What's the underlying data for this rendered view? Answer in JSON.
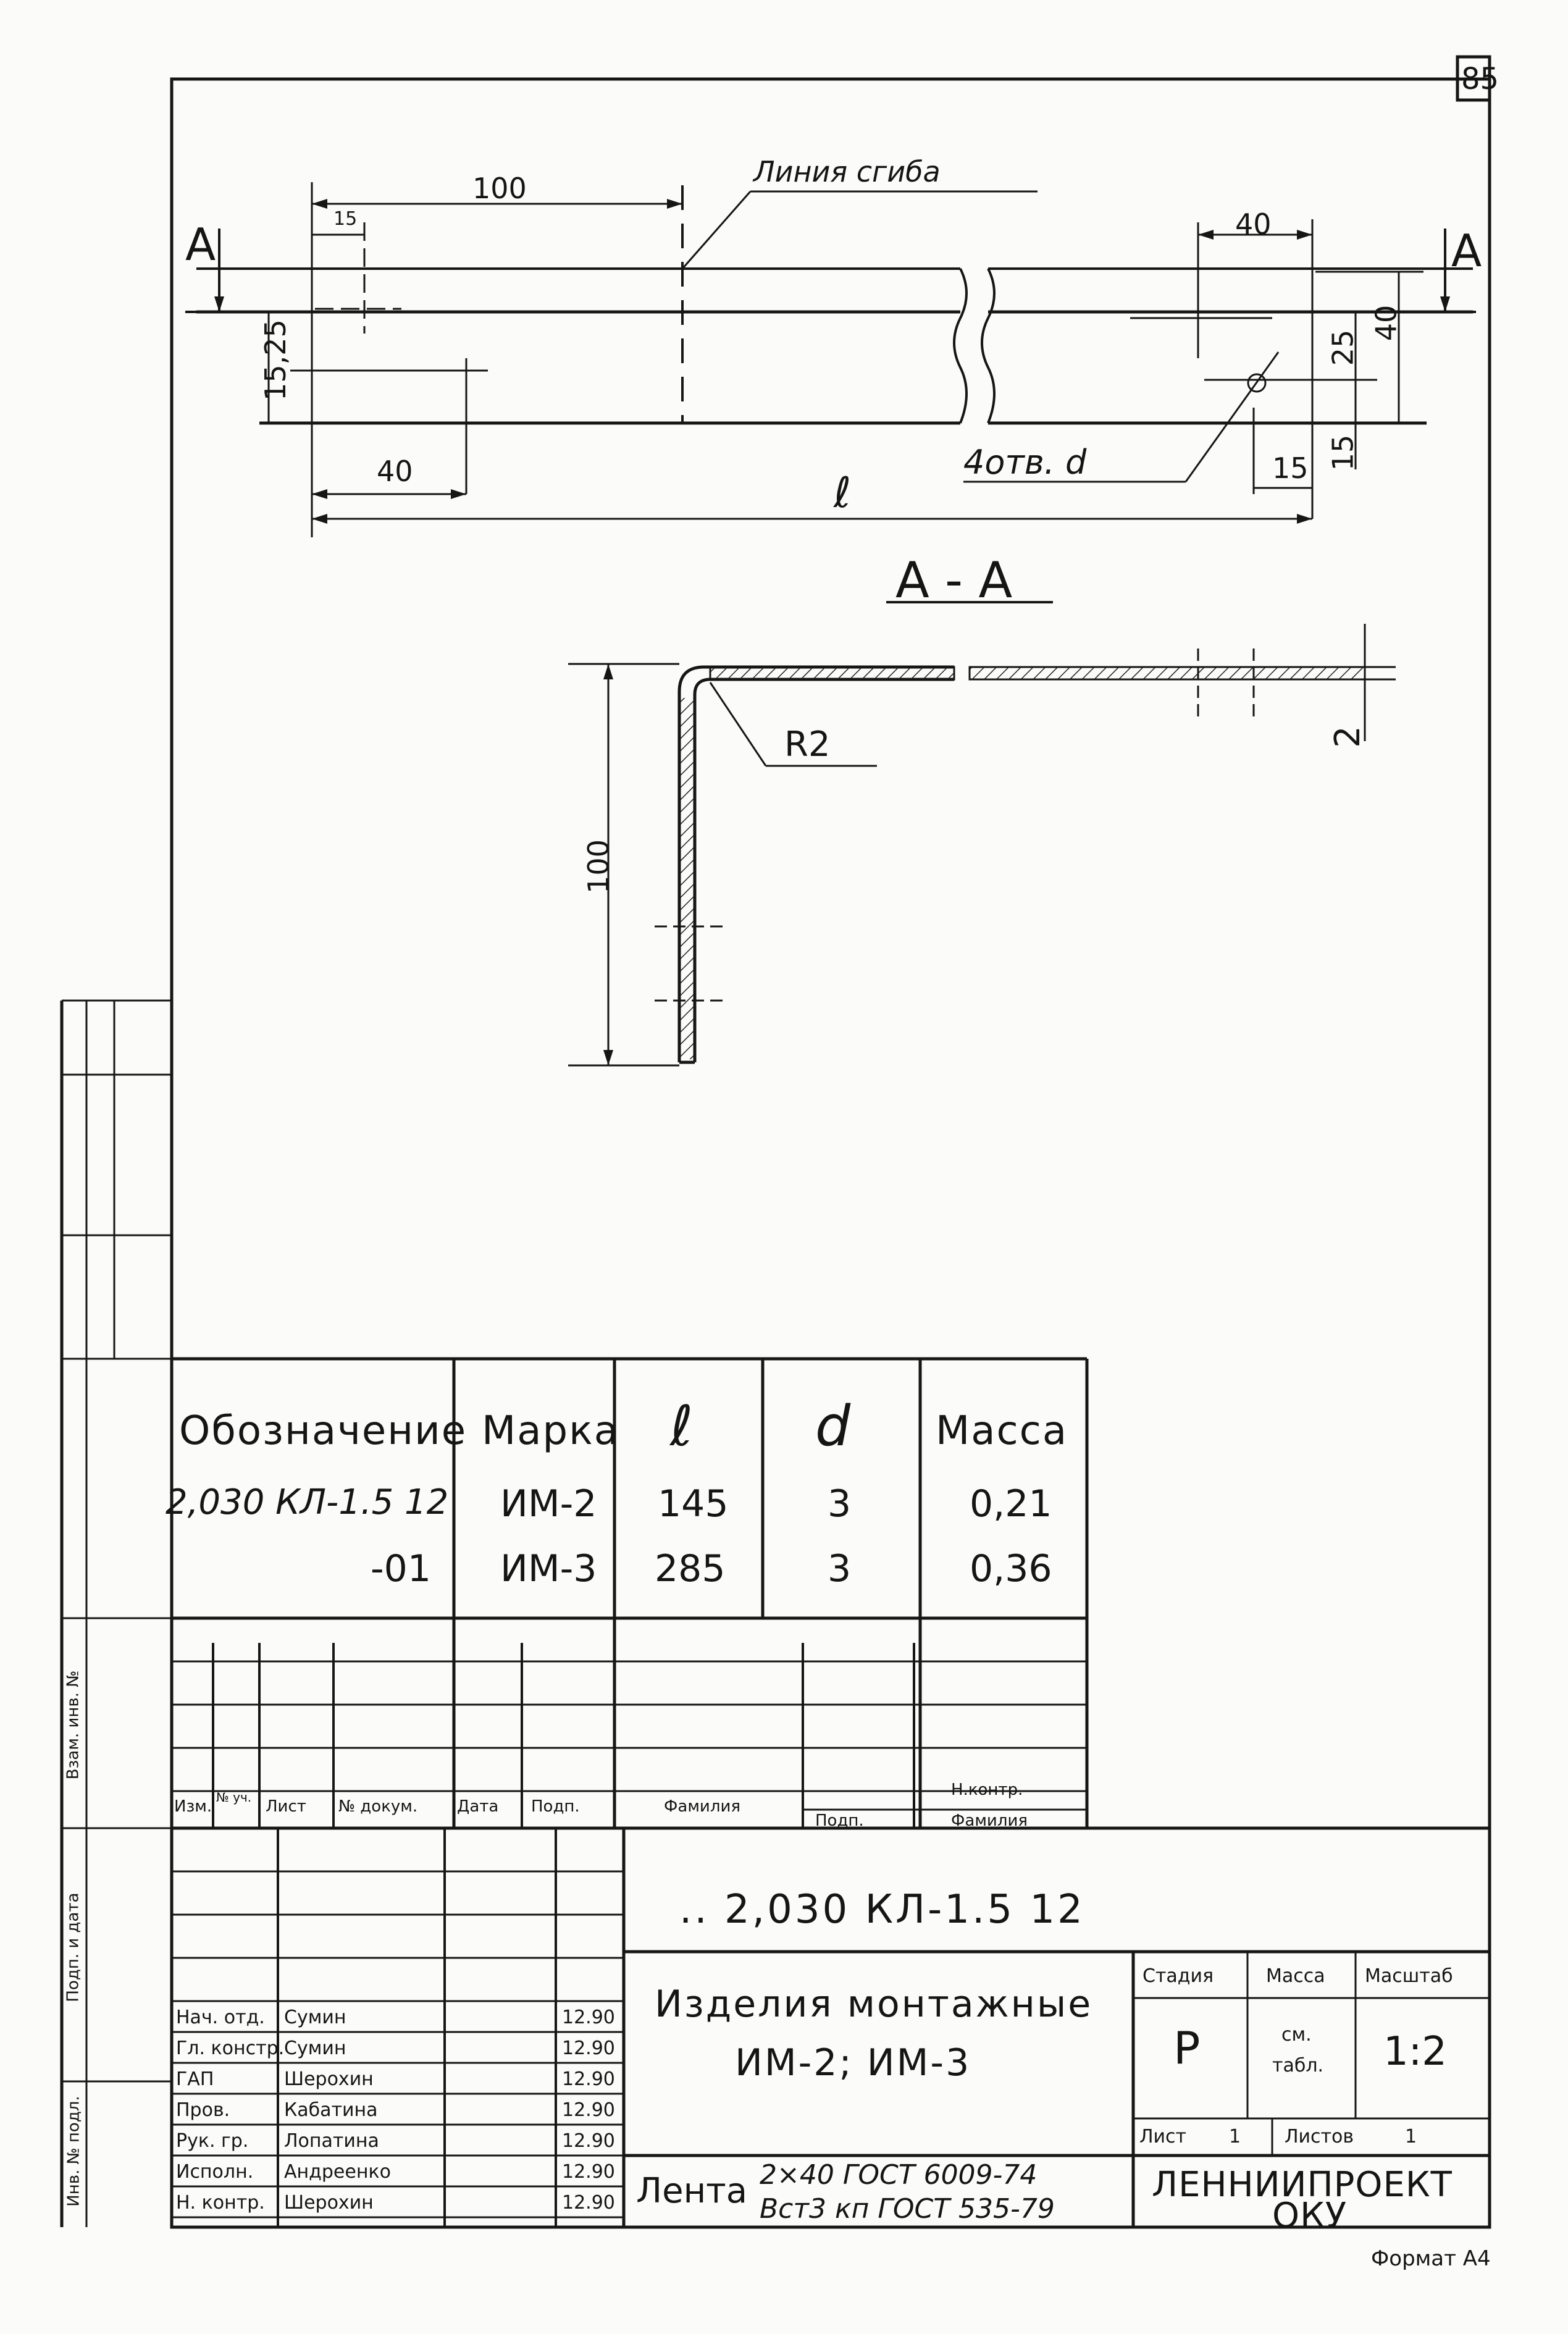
{
  "sheet_number": "85",
  "drawing": {
    "bend_line_label": "Линия сгиба",
    "section_marker": "А",
    "section_title": "А - А",
    "holes_label": "4отв. d",
    "bend_radius_label": "R2",
    "length_symbol": "ℓ",
    "dims": {
      "top_100": "100",
      "top_15": "15",
      "left_40": "40",
      "left_1525": "15,25",
      "right_40": "40",
      "right_40_vert": "40",
      "right_25": "25",
      "right_15_vert": "15",
      "right_15": "15",
      "section_100": "100",
      "thickness_2": "2"
    }
  },
  "spec_table": {
    "headers": [
      "Обозначение",
      "Марка",
      "ℓ",
      "d",
      "Масса"
    ],
    "rows": [
      [
        "2,030 КЛ-1.5 12",
        "ИМ-2",
        "145",
        "3",
        "0,21"
      ],
      [
        "-01",
        "ИМ-3",
        "285",
        "3",
        "0,36"
      ]
    ]
  },
  "revision_header": [
    "Изм.",
    "№ уч.",
    "Лист",
    "№ докум.",
    "Дата",
    "Подп.",
    "Фамилия",
    "Н.контр.",
    "Подп.",
    "Фамилия"
  ],
  "title_block": {
    "code": ".. 2,030 КЛ-1.5   12",
    "name_line1": "Изделия монтажные",
    "name_line2": "ИМ-2; ИМ-3",
    "material_label": "Лента",
    "material_line1": "2×40 ГОСТ 6009-74",
    "material_line2": "Вст3 кп ГОСТ 535-79",
    "stage_header": "Стадия",
    "mass_header": "Масса",
    "scale_header": "Масштаб",
    "stage": "Р",
    "mass_line1": "см.",
    "mass_line2": "табл.",
    "scale": "1:2",
    "sheet_label": "Лист",
    "sheet_value": "1",
    "sheets_label": "Листов",
    "sheets_value": "1",
    "org_line1": "ЛЕННИИПРОЕКТ",
    "org_line2": "ОКУ",
    "signers": [
      [
        "Нач. отд.",
        "Сумин"
      ],
      [
        "Гл. констр.",
        "Сумин"
      ],
      [
        "ГАП",
        "Шерохин"
      ],
      [
        "Пров.",
        "Кабатина"
      ],
      [
        "Рук. гр.",
        "Лопатина"
      ],
      [
        "Исполн.",
        "Андреенко"
      ],
      [
        "Н. контр.",
        "Шерохин"
      ]
    ],
    "dates": [
      "12.90",
      "12.90",
      "12.90",
      "12.90",
      "12.90",
      "12.90",
      "12.90"
    ]
  },
  "side_labels": [
    "Взам. инв. №",
    "Подп. и дата",
    "Инв. № подл."
  ],
  "footer": {
    "format": "Формат А4"
  }
}
